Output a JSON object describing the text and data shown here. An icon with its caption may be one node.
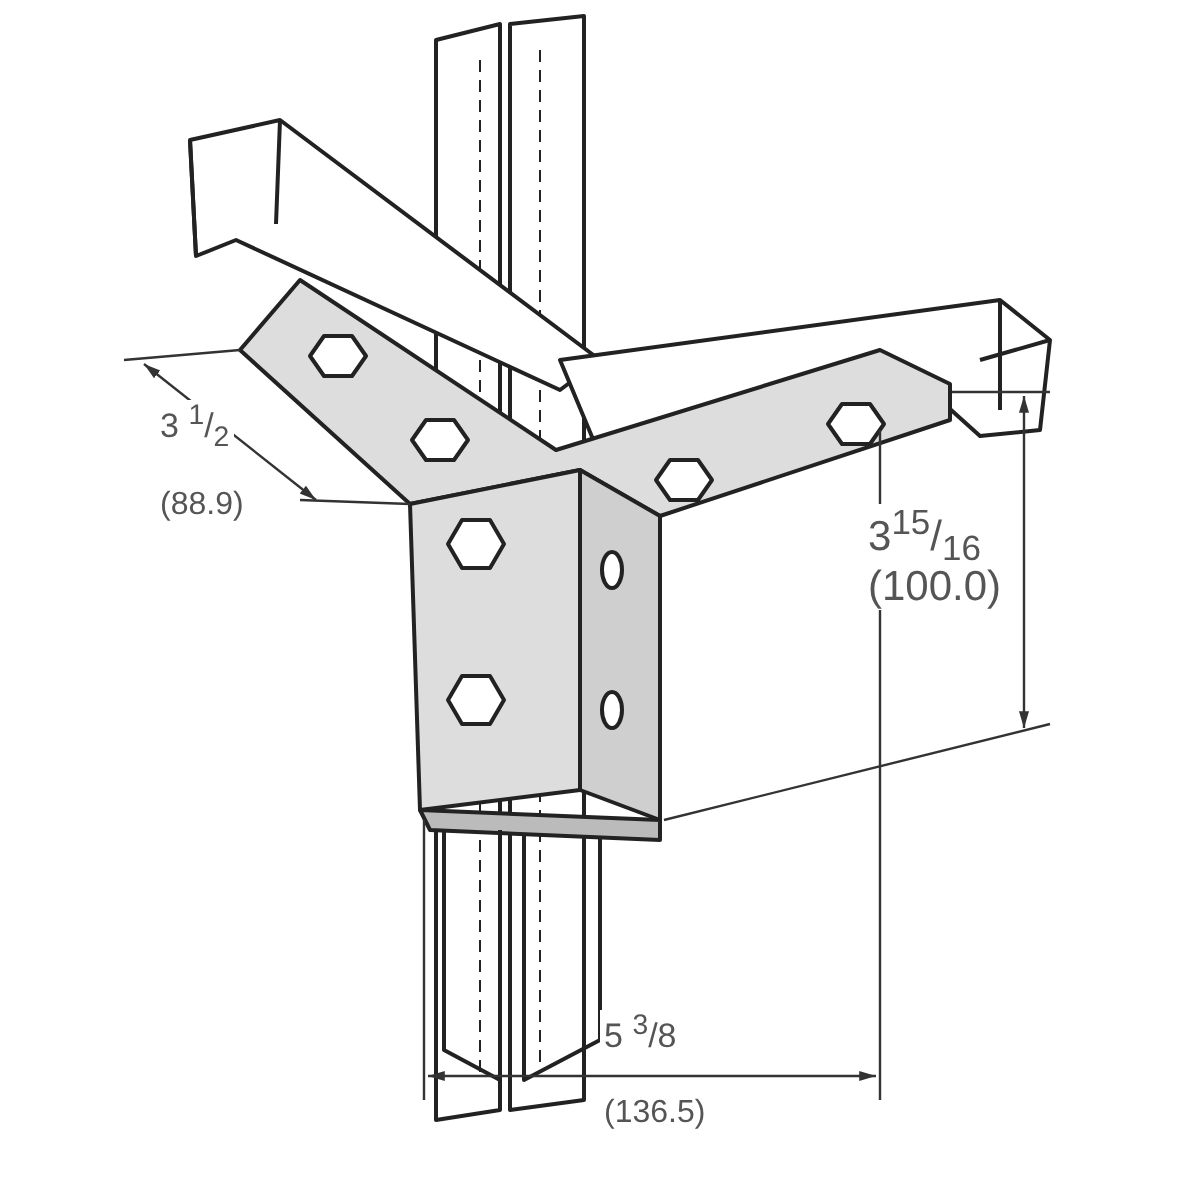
{
  "diagram": {
    "labels": [
      "3 $^{1}$/$_{2}$",
      "(88.9)",
      "3$^{15}$/$_{16}$",
      "(100.0)",
      "5 $^{3}$/8",
      "(136.5)"
    ]
  }
}
